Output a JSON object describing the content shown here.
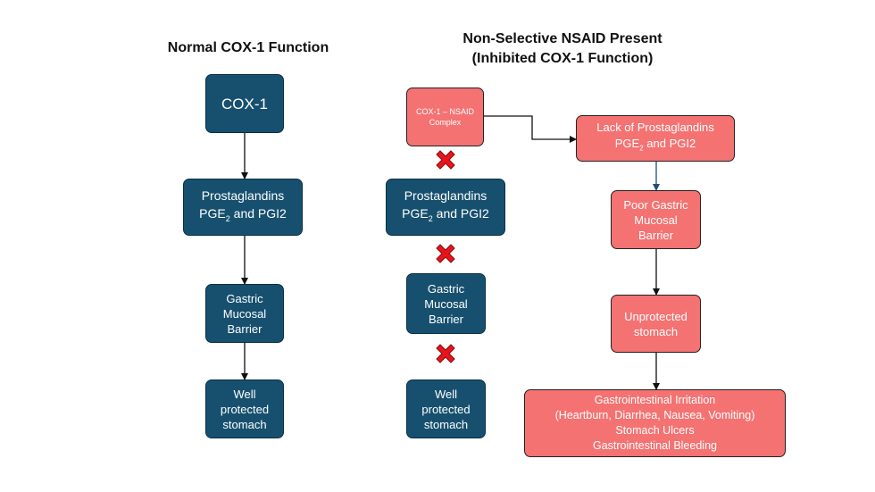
{
  "headings": {
    "left": "Normal COX-1 Function",
    "right_line1": "Non-Selective NSAID Present",
    "right_line2": "(Inhibited COX-1 Function)"
  },
  "left_column": {
    "cox1": "COX-1",
    "prostaglandins_line1": "Prostaglandins",
    "prostaglandins_line2_prefix": "PGE",
    "prostaglandins_line2_sub": "2",
    "prostaglandins_line2_suffix": " and PGI2",
    "barrier_line1": "Gastric",
    "barrier_line2": "Mucosal",
    "barrier_line3": "Barrier",
    "stomach_line1": "Well",
    "stomach_line2": "protected",
    "stomach_line3": "stomach"
  },
  "middle_column": {
    "complex_line1": "COX-1 – NSAID",
    "complex_line2": "Complex",
    "prostaglandins_line1": "Prostaglandins",
    "prostaglandins_line2_prefix": "PGE",
    "prostaglandins_line2_sub": "2",
    "prostaglandins_line2_suffix": " and PGI2",
    "barrier_line1": "Gastric",
    "barrier_line2": "Mucosal",
    "barrier_line3": "Barrier",
    "stomach_line1": "Well",
    "stomach_line2": "protected",
    "stomach_line3": "stomach"
  },
  "right_column": {
    "lack_line1": "Lack of Prostaglandins",
    "lack_line2_prefix": "PGE",
    "lack_line2_sub": "2",
    "lack_line2_suffix": " and PGI2",
    "poor_line1": "Poor Gastric",
    "poor_line2": "Mucosal",
    "poor_line3": "Barrier",
    "unprotected_line1": "Unprotected",
    "unprotected_line2": "stomach",
    "effects_line1": "Gastrointestinal Irritation",
    "effects_line2": "(Heartburn, Diarrhea, Nausea, Vomiting)",
    "effects_line3": "Stomach Ulcers",
    "effects_line4": "Gastrointestinal Bleeding"
  },
  "colors": {
    "normal_node": "#17506f",
    "inhibited_node": "#f47272",
    "block_mark": "#e8141c"
  }
}
